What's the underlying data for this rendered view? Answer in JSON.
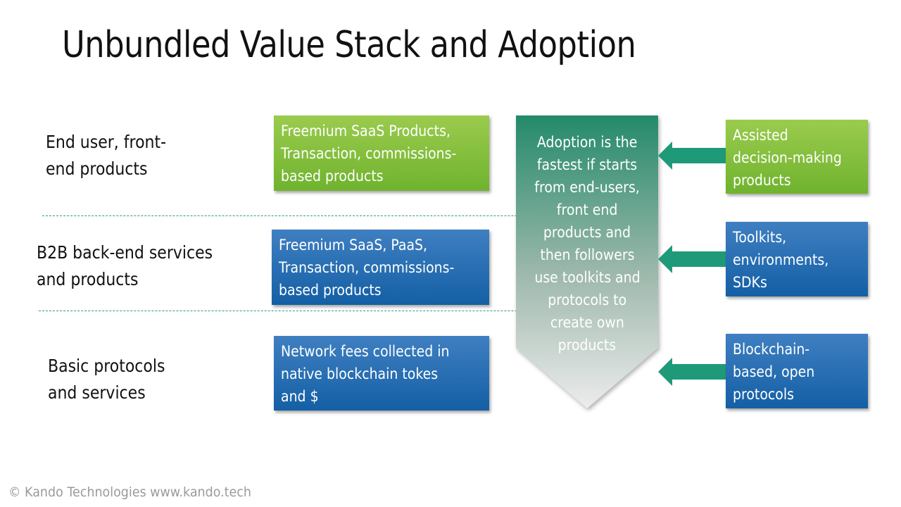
{
  "title": "Unbundled Value Stack and Adoption",
  "layers": [
    {
      "label_lines": [
        "End user, front-",
        "end products"
      ],
      "revenue_model_lines": [
        "Freemium SaaS Products,",
        "Transaction, commissions-",
        "based products"
      ],
      "revenue_model_color": "#7dbb3a",
      "offering_lines": [
        "Assisted",
        "decision-making",
        "products"
      ],
      "offering_color": "#7dbb3a"
    },
    {
      "label_lines": [
        "B2B back-end services",
        "and products"
      ],
      "revenue_model_lines": [
        "Freemium SaaS, PaaS,",
        "Transaction, commissions-",
        "based products"
      ],
      "revenue_model_color": "#2a6fb2",
      "offering_lines": [
        "Toolkits,",
        "environments,",
        "SDKs"
      ],
      "offering_color": "#2a6fb2"
    },
    {
      "label_lines": [
        "Basic protocols",
        "and services"
      ],
      "revenue_model_lines": [
        "Network fees collected in",
        "native blockchain tokes",
        "and $"
      ],
      "revenue_model_color": "#2a6fb2",
      "offering_lines": [
        "Blockchain-",
        "based, open",
        "protocols"
      ],
      "offering_color": "#2a6fb2"
    }
  ],
  "adoption_chevron": {
    "lines": [
      "Adoption is the",
      "fastest if starts",
      "from end-users,",
      "front end",
      "products and",
      "then followers",
      "use toolkits and",
      "protocols to",
      "create own",
      "products"
    ],
    "color_top": "#2a8a6c",
    "color_bottom": "#e6e6e6"
  },
  "arrow_color": "#1f9a78",
  "icons": {
    "arrow": "arrow-left-icon"
  },
  "footer": "© Kando Technologies www.kando.tech"
}
